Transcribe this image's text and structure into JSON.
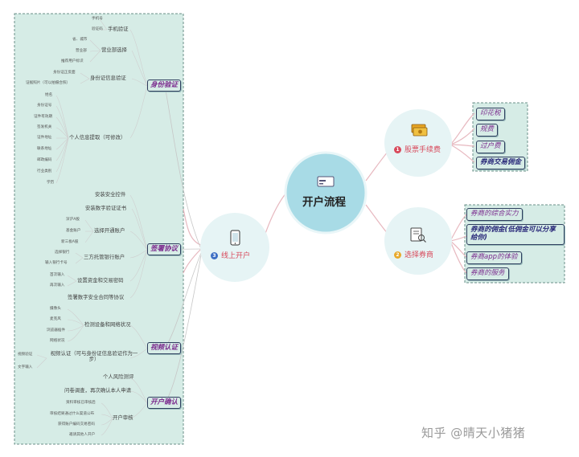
{
  "center": "开户流程",
  "topics": {
    "fees": {
      "number": "1",
      "label": "股票手续费",
      "items": [
        "印花税",
        "规费",
        "过户费",
        "券商交易佣金"
      ]
    },
    "broker": {
      "number": "2",
      "label": "选择券商",
      "items": [
        "券商的综合实力",
        "券商的佣金(低佣金可以分享给你)",
        "券商app的体验",
        "券商的服务"
      ]
    },
    "online": {
      "number": "3",
      "label": "线上开户"
    }
  },
  "sections": {
    "identity": "身份验证",
    "agreement": "签署协议",
    "video": "视频认证",
    "confirm": "开户确认"
  },
  "identity": {
    "phone": {
      "label": "手机验证",
      "leaves": [
        "手机号",
        "验证码"
      ]
    },
    "branch": {
      "label": "营业部选择",
      "leaves": [
        "省、城市",
        "营业部",
        "推荐用户标识"
      ]
    },
    "idinfo": {
      "label": "身份证信息验证",
      "leaves": [
        "身份证正反面",
        "证据照片（可以拍摄合照）"
      ]
    },
    "personal": {
      "label": "个人信息提取（可修改）",
      "leaves": [
        "姓名",
        "身份证号",
        "证件有效期",
        "签发机关",
        "证件地址",
        "联系地址",
        "邮政编码",
        "行业类别",
        "学历"
      ]
    }
  },
  "agreement": {
    "install_ctrl": "安装安全控件",
    "install_cert": "安装数字验证证书",
    "choose_acct": {
      "label": "选择开通账户",
      "leaves": [
        "深沪A股",
        "基金账户",
        "新三板A股"
      ]
    },
    "custody": {
      "label": "三方托管银行账户",
      "leaves": [
        "选择银行",
        "输入银行卡号"
      ]
    },
    "password": {
      "label": "设置资金和交易密码",
      "leaves": [
        "首次输入",
        "再次输入"
      ]
    },
    "sign_cert": "签署数字安全合同等协议"
  },
  "video": {
    "check": {
      "label": "检测设备和网络状况",
      "leaves": [
        "摄像头",
        "麦克风",
        "浏览器插件",
        "网络状况"
      ]
    },
    "verify": {
      "label": "视频认证（可与身份证信息验证作为一步）",
      "leaves": [
        "视频验证",
        "文字输入"
      ]
    }
  },
  "confirm": {
    "risk": "个人风险测评",
    "survey": "问卷调查，再次确认本人申请",
    "review": {
      "label": "开户审核",
      "leaves": [
        "资料审核已审核后",
        "审核结果通过什么渠道公布",
        "获得账户编码交易密码",
        "邀请其他人开户"
      ]
    }
  },
  "watermark": "知乎 @晴天小猪猪",
  "colors": {
    "panel": "#d6ece6",
    "panel_border": "#6b8f88",
    "accent": "#b3e0e8",
    "center": "#a8dbe6",
    "line": "#e7b8bf"
  }
}
